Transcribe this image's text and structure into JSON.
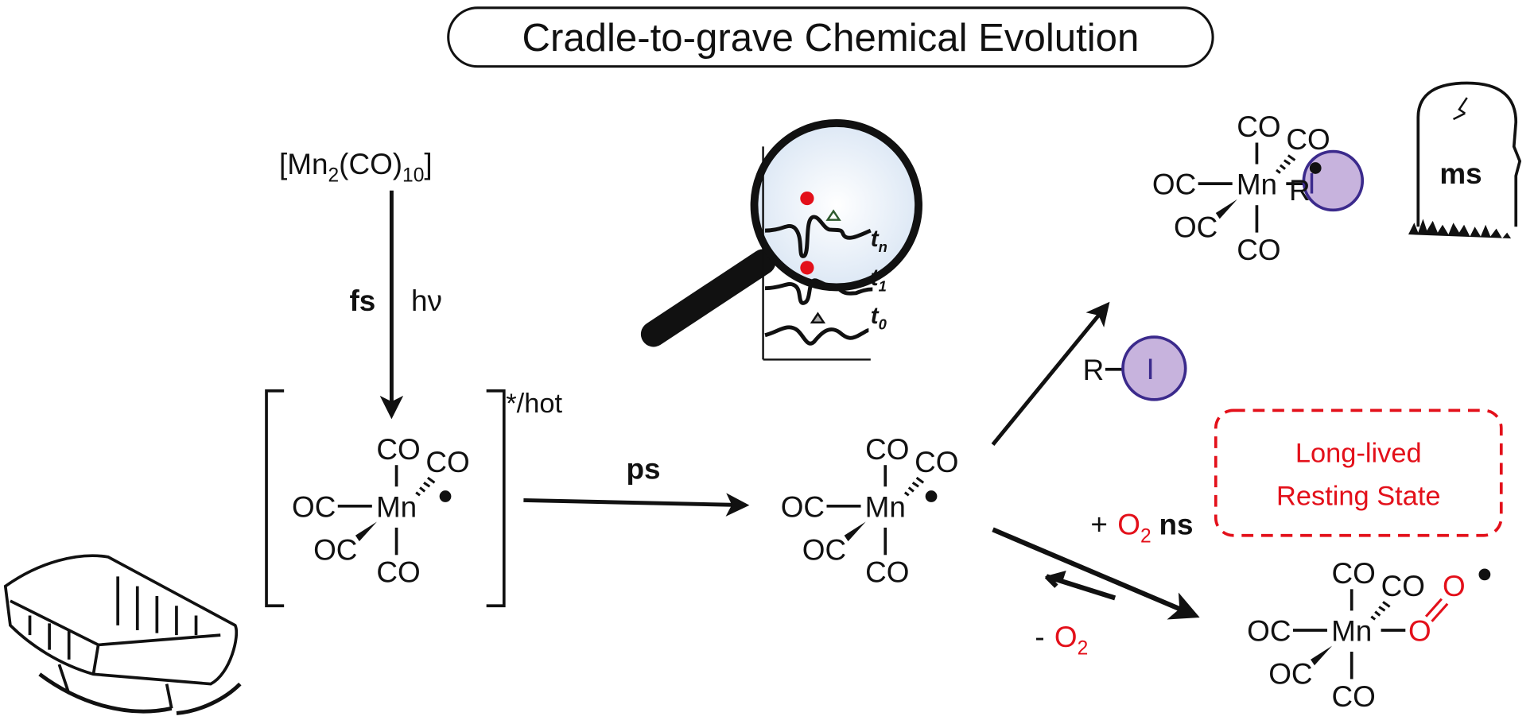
{
  "title": "Cradle-to-grave Chemical Evolution",
  "precursor": {
    "main": "[Mn",
    "sub1": "2",
    "mid": "(CO)",
    "sub2": "10",
    "end": "]"
  },
  "step_fs": {
    "label": "fs",
    "light": "hν"
  },
  "excited_label": "*/hot",
  "step_ps": "ps",
  "complex": {
    "mn": "Mn",
    "co": "CO",
    "oc": "OC"
  },
  "iodide": {
    "r": "R",
    "i": "I"
  },
  "tombstone": {
    "r": "R",
    "label": "ms"
  },
  "o2_step": {
    "plus": "+",
    "o": "O",
    "sub": "2",
    "time": "ns"
  },
  "o2_reverse": {
    "minus": "-",
    "o": "O",
    "sub": "2"
  },
  "peroxy": {
    "o": "O"
  },
  "resting_state": {
    "line1": "Long-lived",
    "line2": "Resting State"
  },
  "spectra_labels": [
    {
      "t": "t",
      "sub": "n"
    },
    {
      "t": "t",
      "sub": "1"
    },
    {
      "t": "t",
      "sub": "0"
    }
  ],
  "colors": {
    "red": "#e3101a",
    "iodine_fill": "#c7b3dd",
    "iodine_stroke": "#3b2a8c"
  }
}
